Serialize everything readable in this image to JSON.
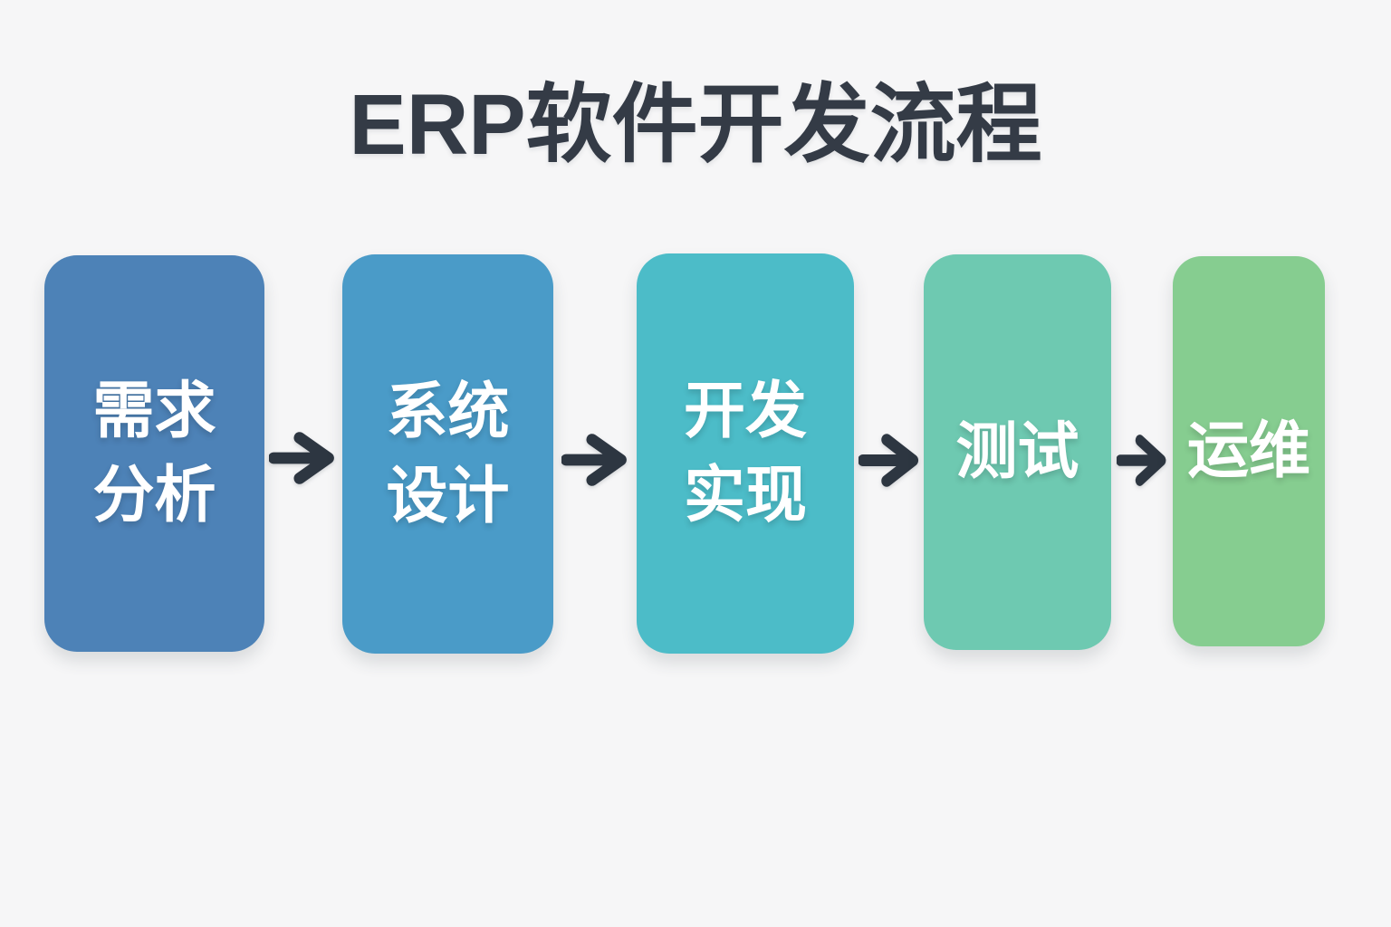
{
  "title": "ERP软件开发流程",
  "colors": {
    "background": "#f6f6f7",
    "title_text": "#343b46",
    "arrow": "#2d3641",
    "step_text": "#ffffff"
  },
  "steps": [
    {
      "id": "requirements-analysis",
      "label": "需求分析",
      "lines": [
        "需求",
        "分析"
      ],
      "color": "#4d82b7"
    },
    {
      "id": "system-design",
      "label": "系统设计",
      "lines": [
        "系统",
        "设计"
      ],
      "color": "#4a9bc8"
    },
    {
      "id": "development-implementation",
      "label": "开发实现",
      "lines": [
        "开发",
        "实现"
      ],
      "color": "#4cbcc8"
    },
    {
      "id": "testing",
      "label": "测试",
      "lines": [
        "测试"
      ],
      "color": "#6ec9b1"
    },
    {
      "id": "operations-maintenance",
      "label": "运维",
      "lines": [
        "运维"
      ],
      "color": "#86cd90"
    }
  ],
  "arrow_icon": "arrow-right"
}
